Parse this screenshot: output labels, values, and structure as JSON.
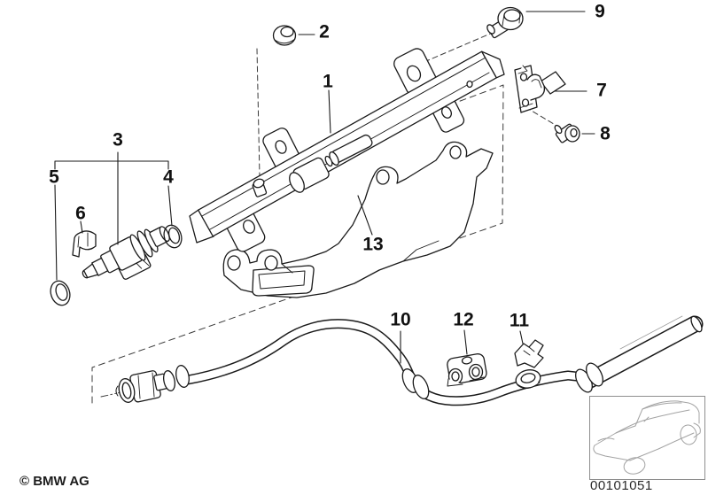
{
  "diagram": {
    "type": "parts-diagram",
    "callouts": [
      {
        "number": "1"
      },
      {
        "number": "2"
      },
      {
        "number": "3"
      },
      {
        "number": "4"
      },
      {
        "number": "5"
      },
      {
        "number": "6"
      },
      {
        "number": "7"
      },
      {
        "number": "8"
      },
      {
        "number": "9"
      },
      {
        "number": "10"
      },
      {
        "number": "11"
      },
      {
        "number": "12"
      },
      {
        "number": "13"
      }
    ],
    "footer": {
      "copyright": "© BMW AG",
      "diagram_number": "00101051"
    },
    "colors": {
      "line": "#1a1a1a",
      "background": "#ffffff",
      "thumbnail_line": "#a3a3a3",
      "thumbnail_border": "#8e8e8e"
    }
  }
}
